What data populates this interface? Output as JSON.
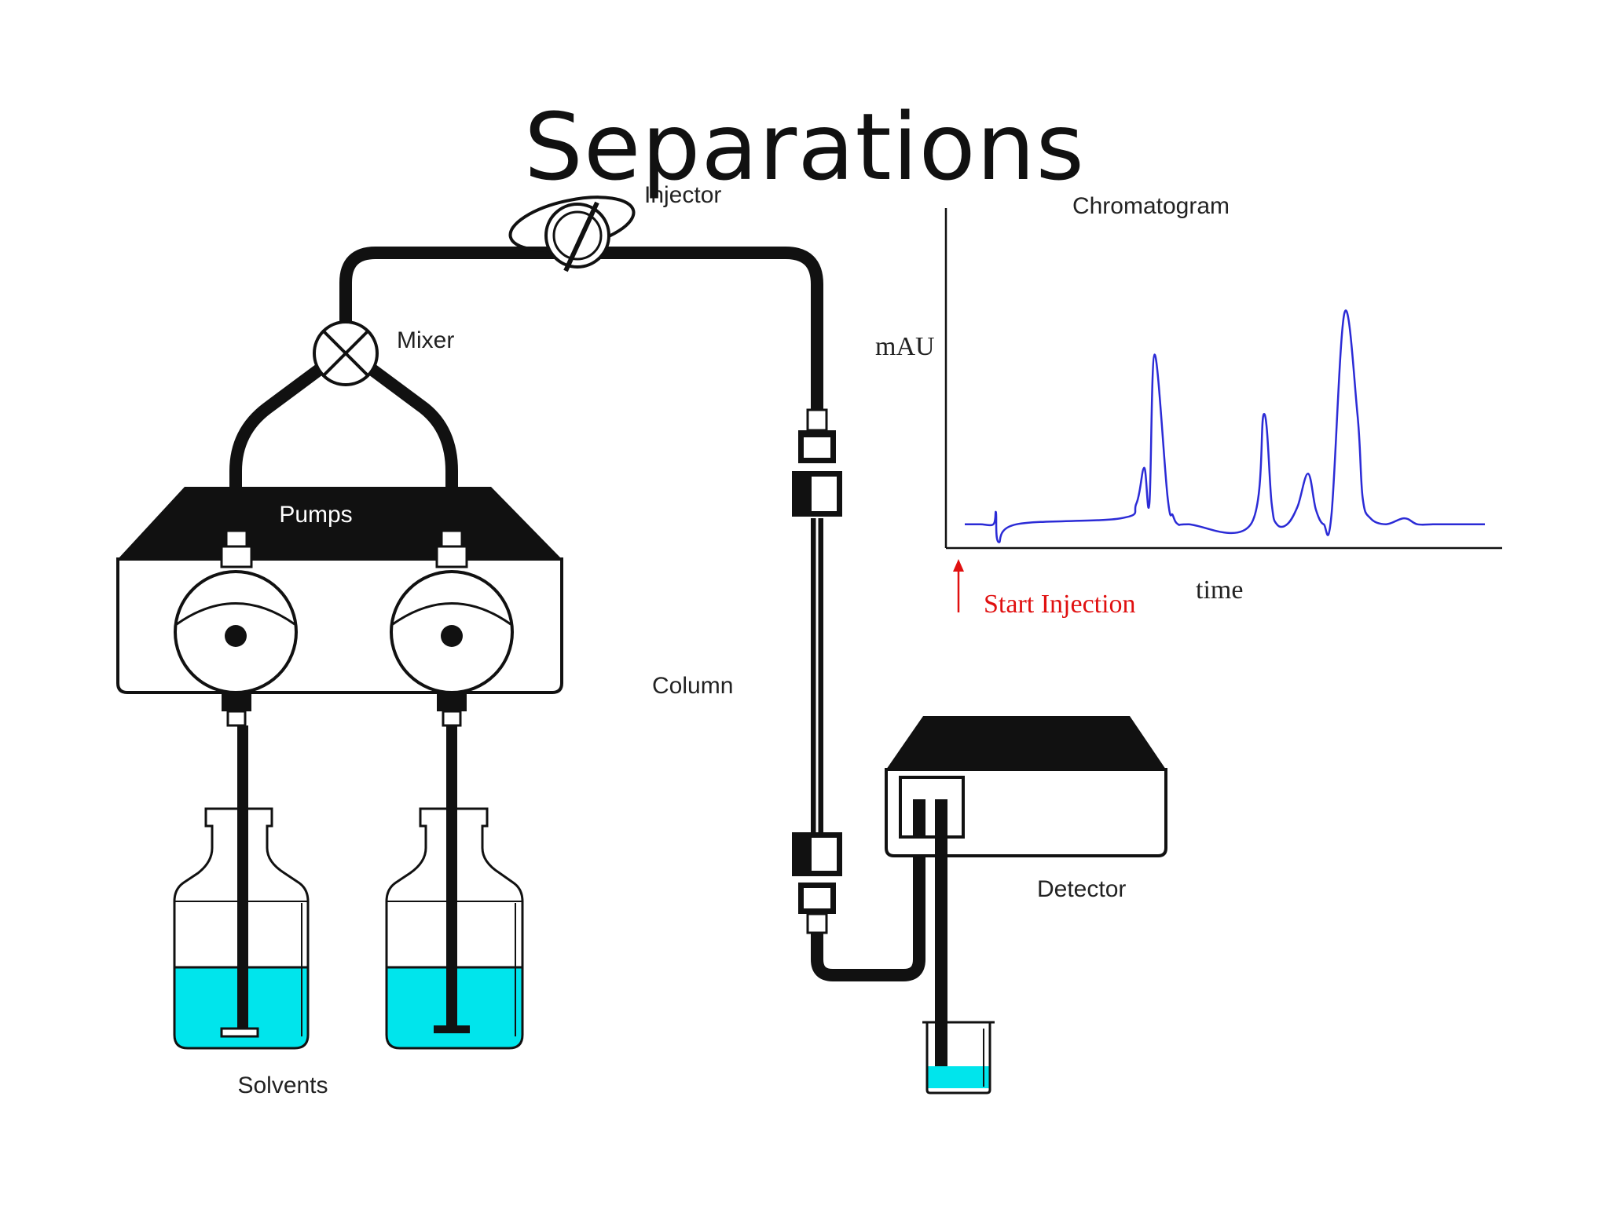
{
  "slide": {
    "title": "Separations"
  },
  "labels": {
    "injector": "Injector",
    "mixer": "Mixer",
    "pumps": "Pumps",
    "column": "Column",
    "detector": "Detector",
    "solvents": "Solvents",
    "chromatogram": "Chromatogram",
    "y_axis": "mAU",
    "x_axis": "time",
    "start_injection": "Start Injection"
  },
  "colors": {
    "tubing": "#111111",
    "solvent": "#00e5ec",
    "trace": "#2b2bd6",
    "start_marker": "#e01010"
  },
  "chart_data": {
    "type": "line",
    "title": "Chromatogram",
    "xlabel": "time",
    "ylabel": "mAU",
    "annotation": "Start Injection",
    "x": [
      0,
      0.03,
      0.055,
      0.06,
      0.065,
      0.1,
      0.3,
      0.33,
      0.345,
      0.355,
      0.365,
      0.39,
      0.4,
      0.41,
      0.43,
      0.55,
      0.575,
      0.59,
      0.6,
      0.62,
      0.64,
      0.66,
      0.675,
      0.69,
      0.705,
      0.73,
      0.755,
      0.765,
      0.78,
      0.81,
      0.845,
      0.87,
      0.9,
      0.92,
      0.95,
      1.0
    ],
    "values": [
      0.03,
      0.03,
      0.03,
      0.07,
      -0.03,
      0.03,
      0.05,
      0.1,
      0.22,
      0.1,
      0.6,
      0.12,
      0.06,
      0.03,
      0.03,
      0.03,
      0.4,
      0.1,
      0.03,
      0.03,
      0.09,
      0.2,
      0.08,
      0.03,
      0.06,
      0.74,
      0.4,
      0.12,
      0.05,
      0.03,
      0.05,
      0.03,
      0.03,
      0.03,
      0.03,
      0.03
    ],
    "ylim": [
      -0.05,
      1.0
    ],
    "grid": false,
    "legend": "none"
  }
}
